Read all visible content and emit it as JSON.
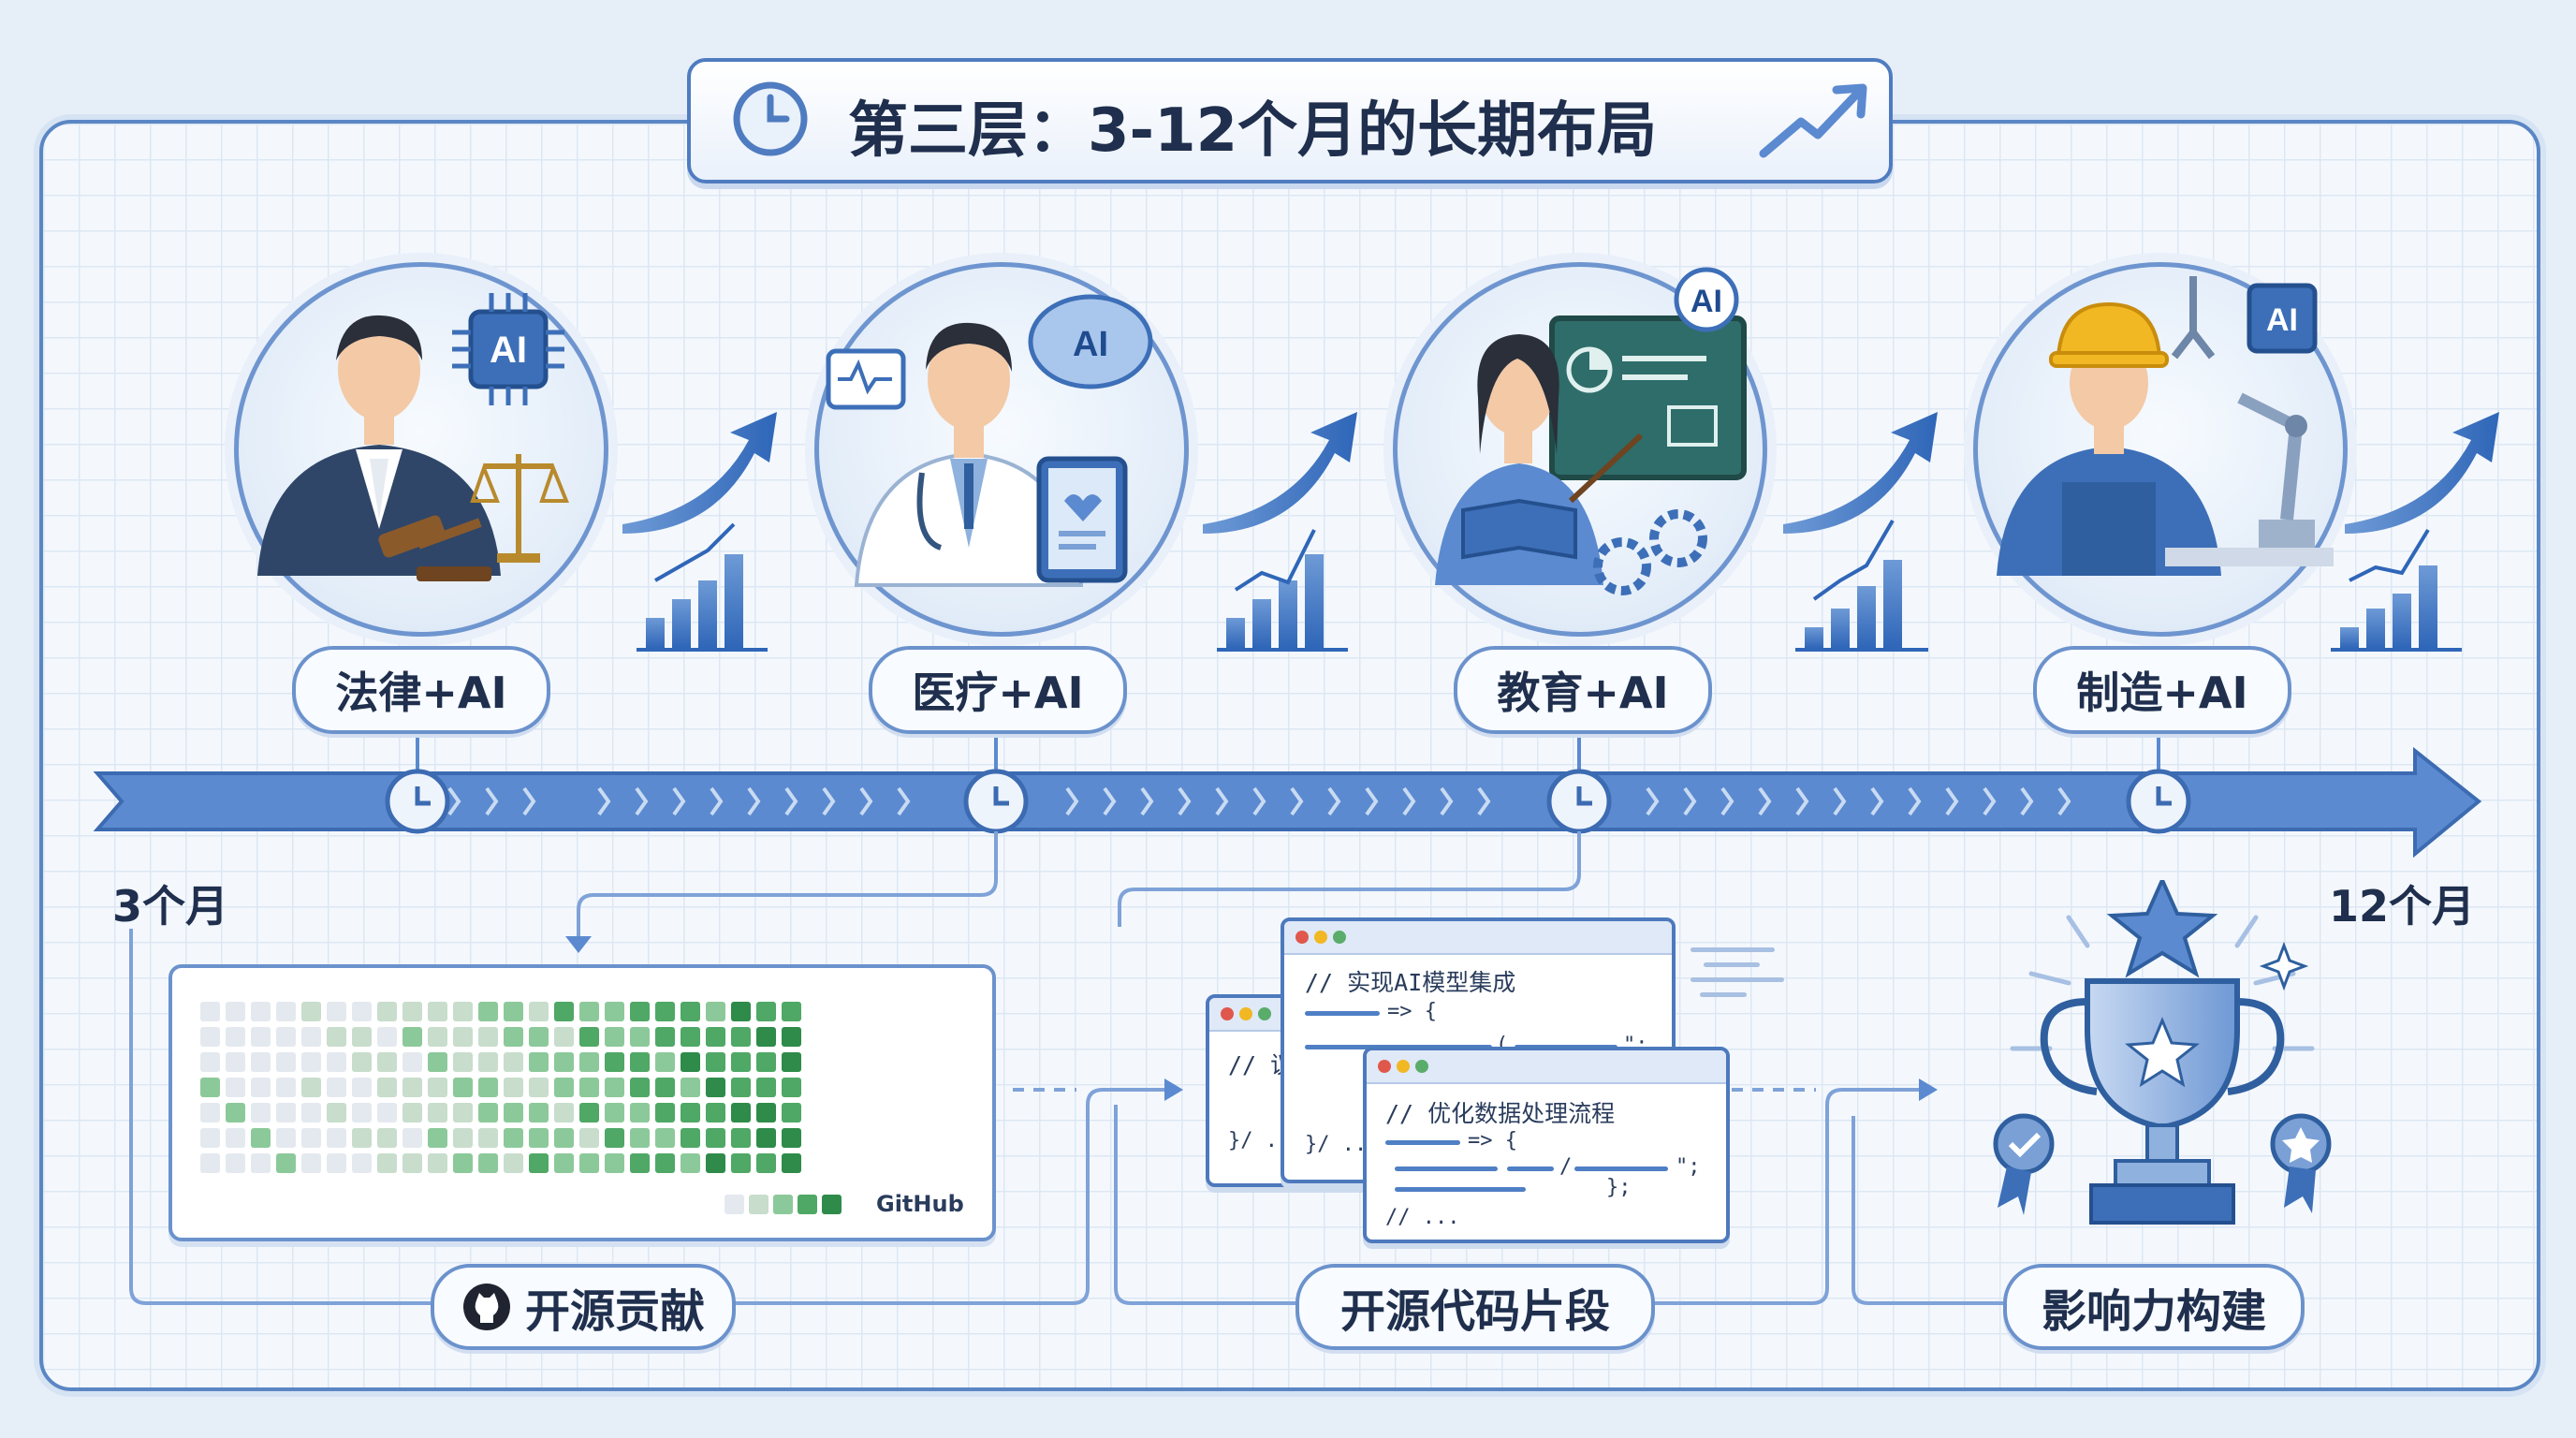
{
  "title": "第三层：3-12个月的长期布局",
  "stages": [
    {
      "label": "法律+AI",
      "icon": "lawyer-ai-icon",
      "chip_text": "AI"
    },
    {
      "label": "医疗+AI",
      "icon": "doctor-ai-icon",
      "chip_text": "AI"
    },
    {
      "label": "教育+AI",
      "icon": "teacher-ai-icon",
      "chip_text": "AI"
    },
    {
      "label": "制造+AI",
      "icon": "worker-ai-icon",
      "chip_text": "AI"
    }
  ],
  "timeline": {
    "start_label": "3个月",
    "end_label": "12个月"
  },
  "github": {
    "label": "GitHub"
  },
  "code_windows": {
    "back_comment": "// 议",
    "back_end": "}/ ...",
    "middle_comment": "// 实现AI模型集成",
    "middle_line2": "=> {",
    "middle_line3": "(",
    "middle_line3_end": "\";",
    "middle_end": "}/ ...",
    "front_comment": "// 优化数据处理流程",
    "front_line2": "=> {",
    "front_line3": "/",
    "front_line3_end": "\";",
    "front_line4": "};",
    "front_end": "// ..."
  },
  "bottom_labels": {
    "open_source": "开源贡献",
    "code_snippets": "开源代码片段",
    "influence": "影响力构建"
  },
  "colors": {
    "accent": "#4f7cc0",
    "timeline": "#5b8ad0",
    "green_dark": "#2e8b4a",
    "green_mid": "#5cb26f",
    "green_light": "#a8d8b0"
  }
}
